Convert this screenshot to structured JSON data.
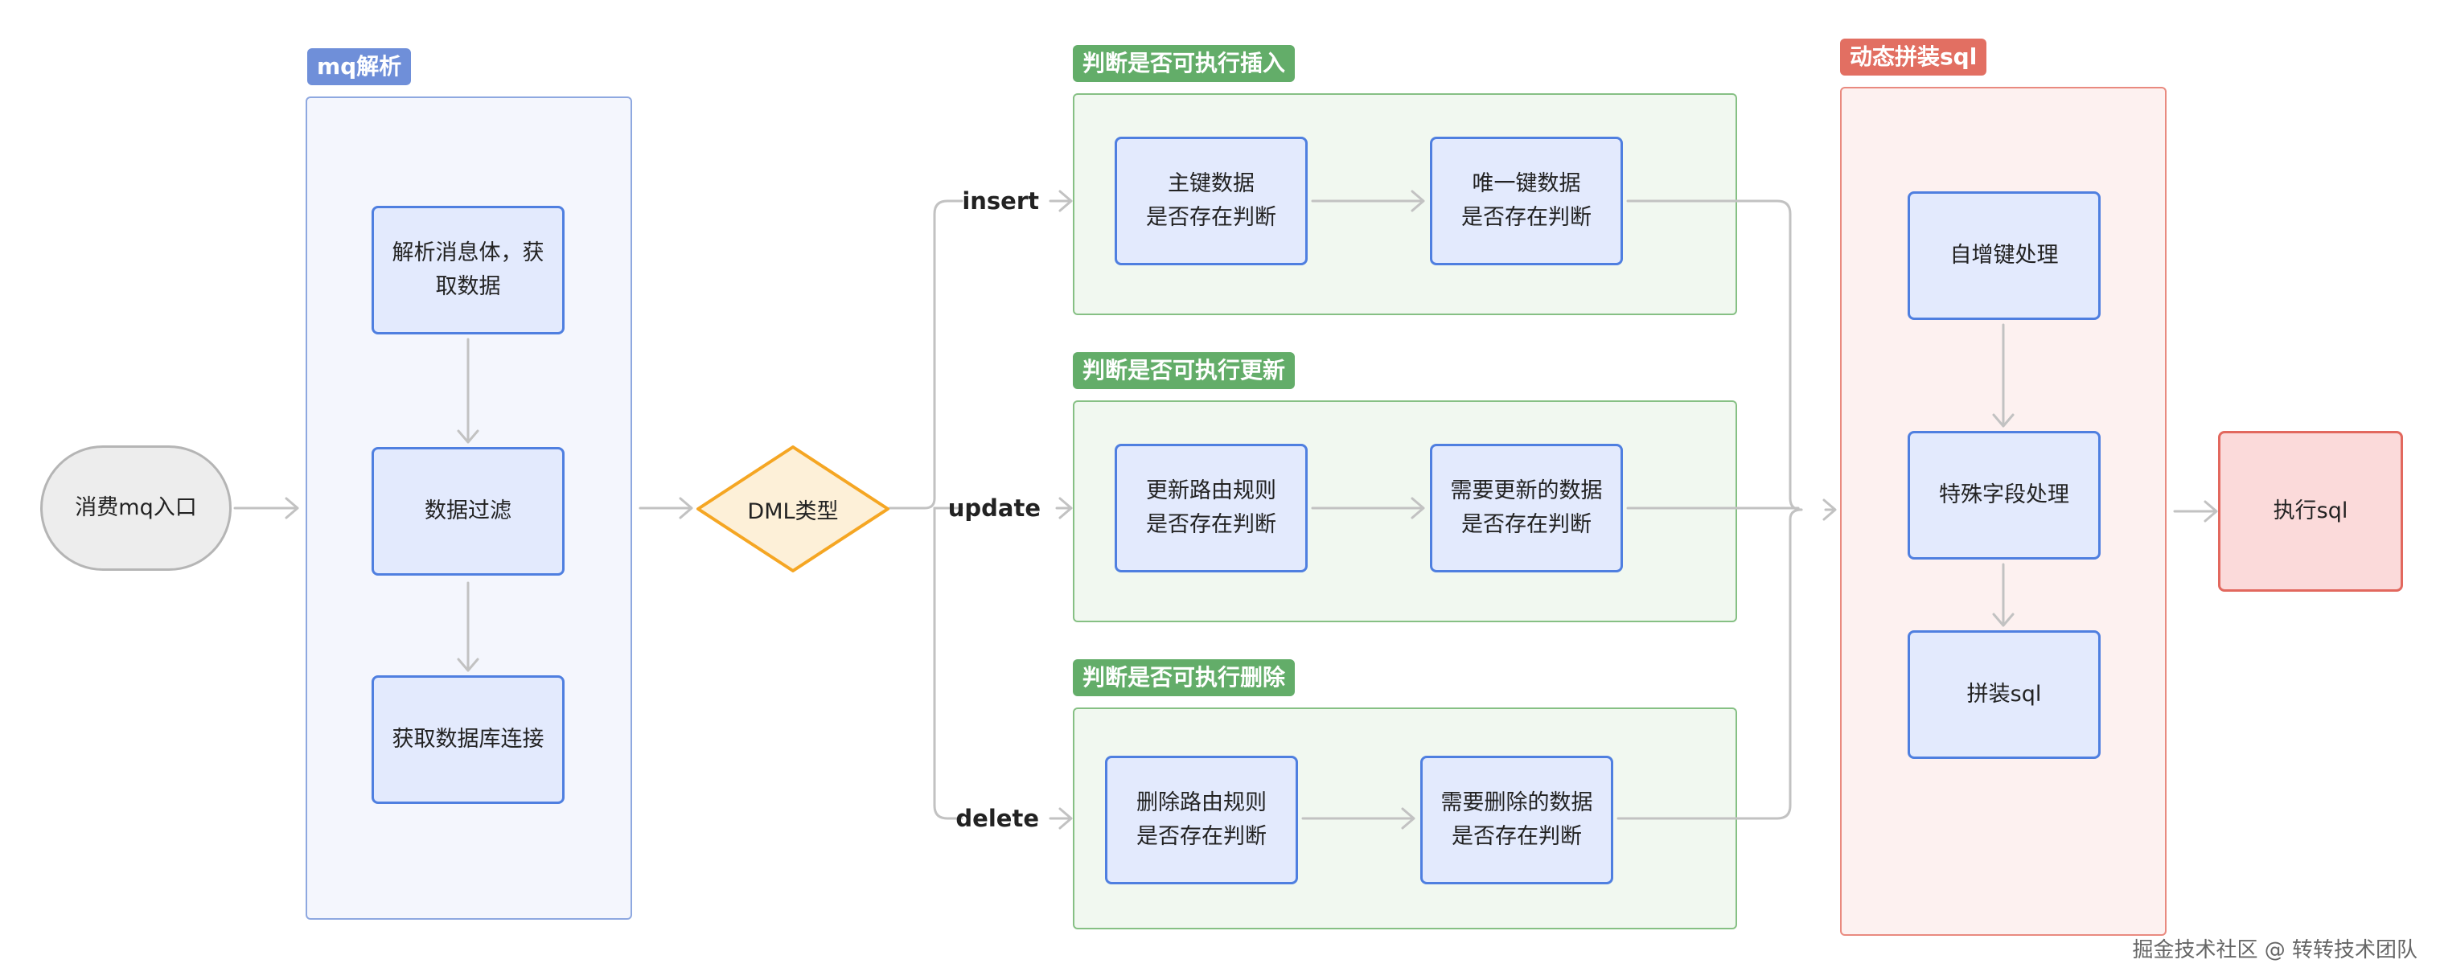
{
  "groups": {
    "mq": "mq解析",
    "insert": "判断是否可执行插入",
    "update": "判断是否可执行更新",
    "delete": "判断是否可执行删除",
    "sql": "动态拼装sql"
  },
  "nodes": {
    "entry": "消费mq入口",
    "parse": "解析消息体，获\n取数据",
    "filter": "数据过滤",
    "conn": "获取数据库连接",
    "dml": "DML类型",
    "ins_pk": "主键数据\n是否存在判断",
    "ins_uk": "唯一键数据\n是否存在判断",
    "upd_route": "更新路由规则\n是否存在判断",
    "upd_data": "需要更新的数据\n是否存在判断",
    "del_route": "删除路由规则\n是否存在判断",
    "del_data": "需要删除的数据\n是否存在判断",
    "autoinc": "自增键处理",
    "special": "特殊字段处理",
    "assemble": "拼装sql",
    "exec": "执行sql"
  },
  "branches": {
    "insert": "insert",
    "update": "update",
    "delete": "delete"
  },
  "watermark": "掘金技术社区 @ 转转技术团队",
  "colors": {
    "edge": "#c2c2c2",
    "process_border": "#4f7fe0",
    "process_fill": "#e3eafd",
    "decision_border": "#f5a623",
    "decision_fill": "#fdf0d8"
  }
}
